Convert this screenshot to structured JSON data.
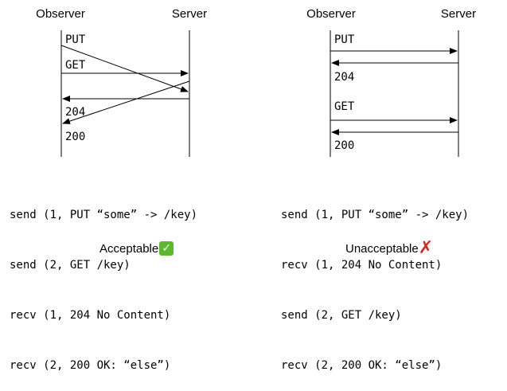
{
  "left": {
    "observer_label": "Observer",
    "server_label": "Server",
    "messages": [
      "PUT",
      "GET",
      "204",
      "200"
    ],
    "log": [
      "send (1, PUT “some” -> /key)",
      "send (2, GET /key)",
      "recv (1, 204 No Content)",
      "recv (2, 200 OK: “else”)"
    ],
    "verdict": "Acceptable",
    "verdict_icon": "green-check-icon",
    "verdict_color": "#5cb82e"
  },
  "right": {
    "observer_label": "Observer",
    "server_label": "Server",
    "messages": [
      "PUT",
      "204",
      "GET",
      "200"
    ],
    "log": [
      "send (1, PUT “some” -> /key)",
      "recv (1, 204 No Content)",
      "send (2, GET /key)",
      "recv (2, 200 OK: “else”)"
    ],
    "verdict": "Unacceptable",
    "verdict_icon": "red-cross-icon",
    "verdict_color": "#e0241b"
  }
}
